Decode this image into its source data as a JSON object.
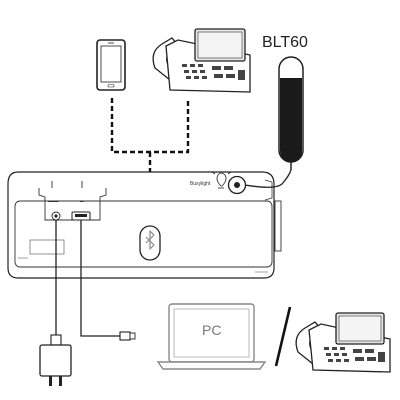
{
  "labels": {
    "product": "BLT60",
    "busylight": "Busylight",
    "pc": "PC",
    "ports": [
      "▬▬▬",
      "▬"
    ]
  },
  "icons": [
    "mobile-phone-icon",
    "desk-phone-icon",
    "bluetooth-icon",
    "usb-power-adapter-icon",
    "usb-plug-icon",
    "headset-icon",
    "laptop-icon",
    "lightbulb-icon"
  ]
}
